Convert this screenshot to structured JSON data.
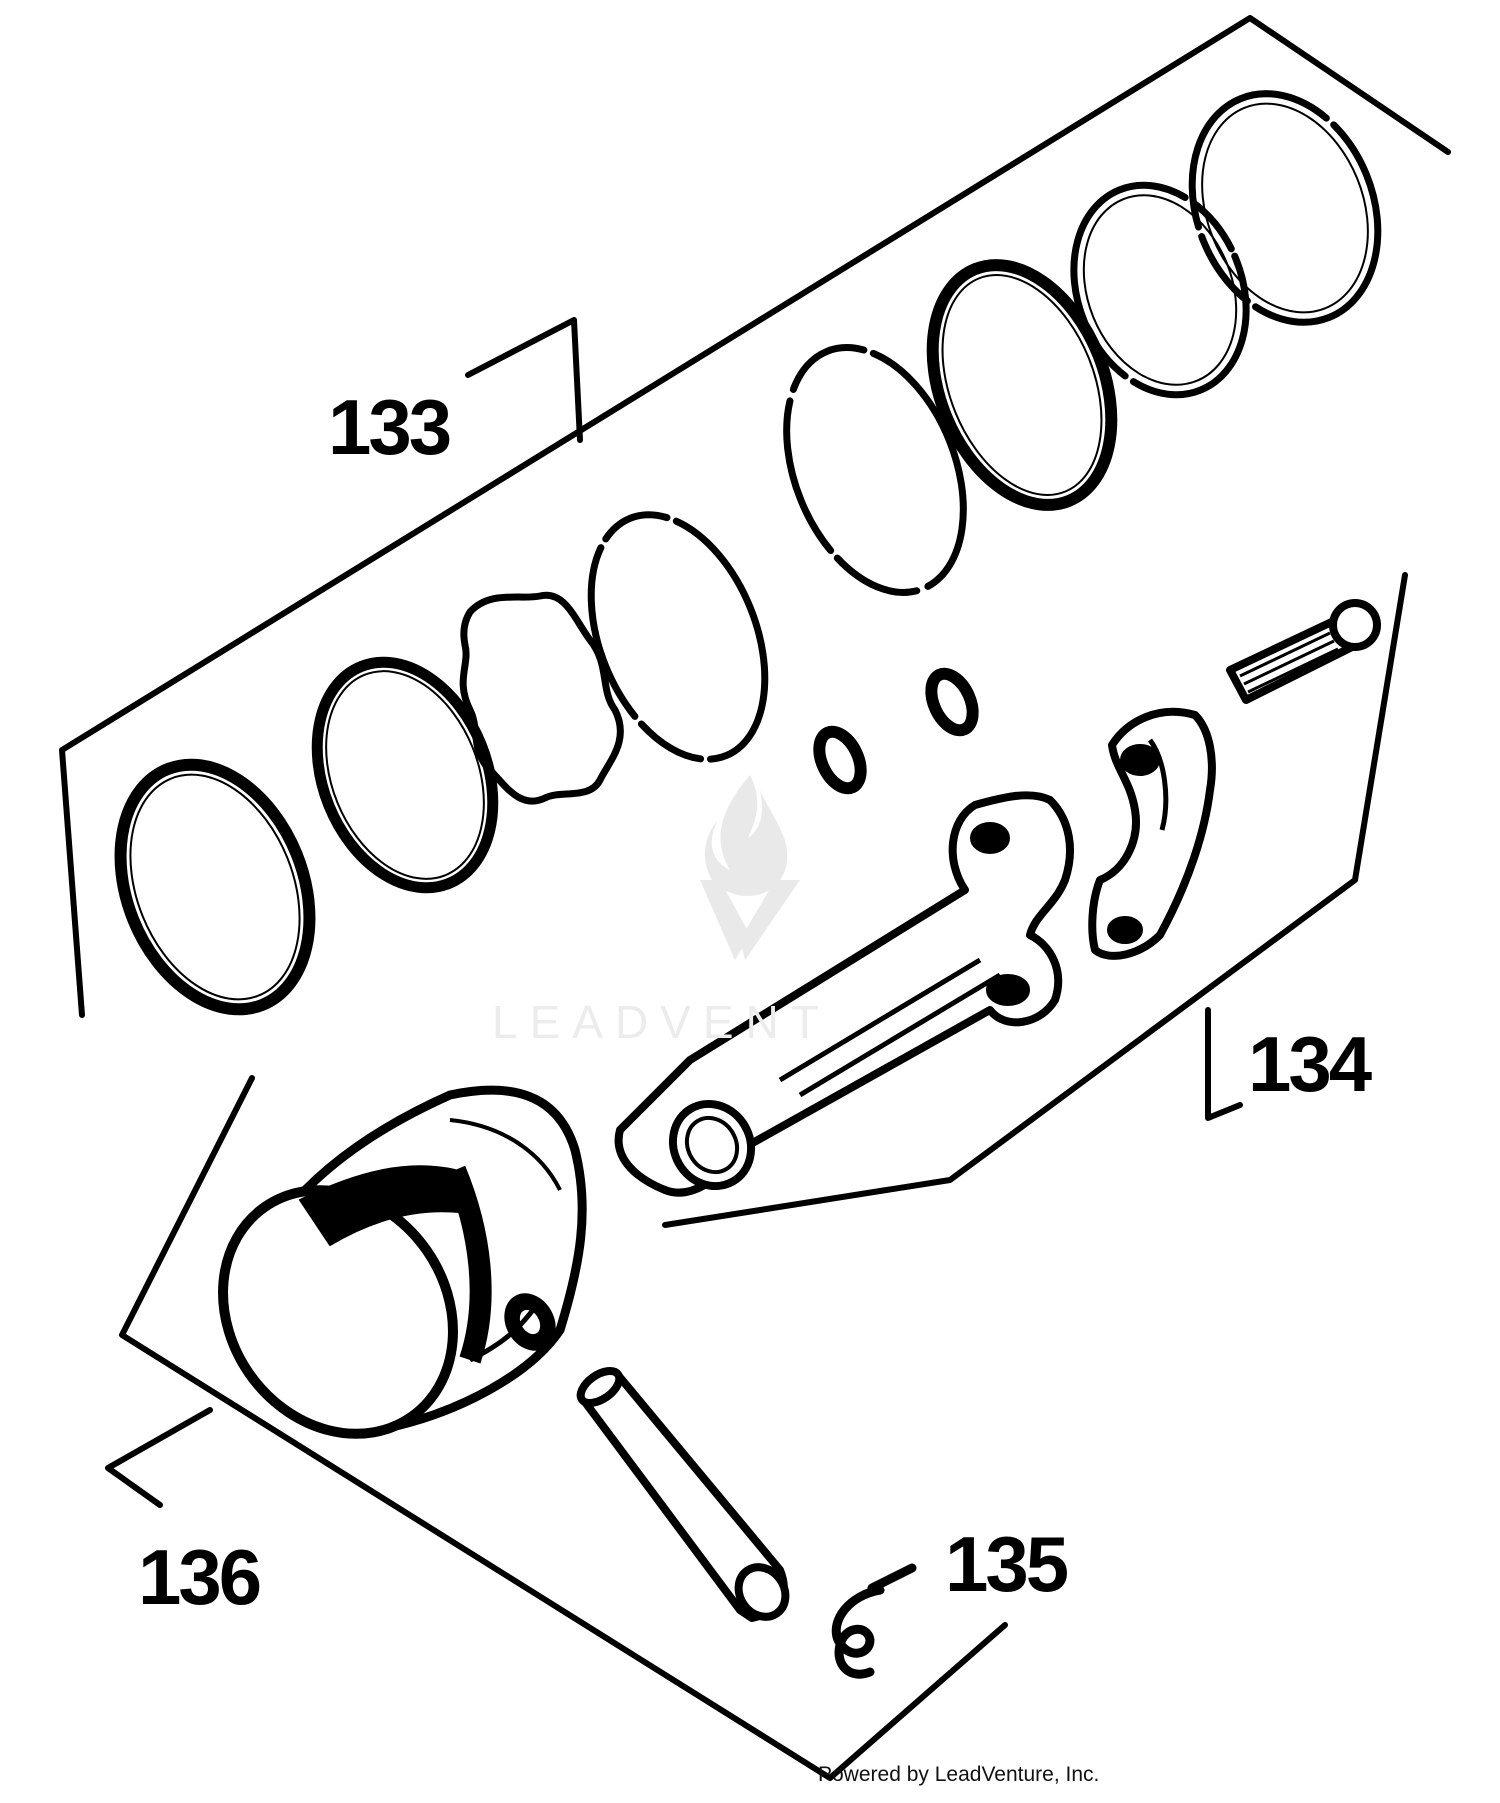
{
  "diagram": {
    "callouts": {
      "rings": "133",
      "connecting_rod": "134",
      "retainer": "135",
      "piston": "136"
    },
    "watermark": "LEADVENT",
    "credit": "Powered by LeadVenture, Inc."
  },
  "colors": {
    "ink": "#000000",
    "background": "#ffffff",
    "watermark": "#e6e6e6"
  }
}
